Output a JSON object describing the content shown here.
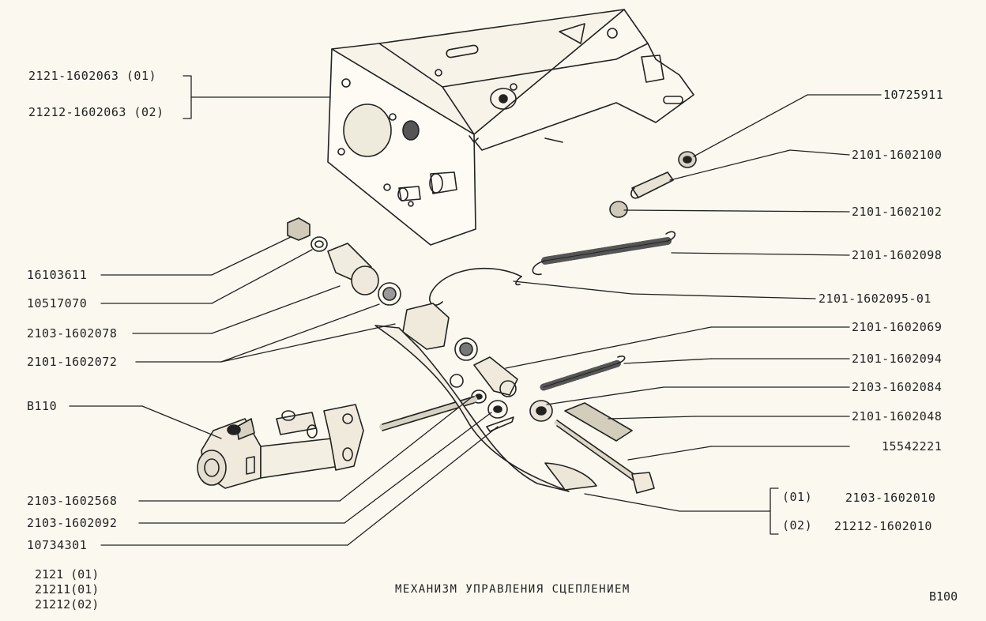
{
  "title": "МЕХАНИЗМ УПРАВЛЕНИЯ СЦЕПЛЕНИЕМ",
  "page_code": "В100",
  "models": [
    "2121 (01)",
    "21211(01)",
    "21212(02)"
  ],
  "labels_left": {
    "bracket_a": "2121-1602063 (01)",
    "bracket_b": "21212-1602063 (02)",
    "p16103611": "16103611",
    "p10517070": "10517070",
    "p2103_1602078": "2103-1602078",
    "p2101_1602072": "2101-1602072",
    "pB110": "В110",
    "p2103_1602568": "2103-1602568",
    "p2103_1602092": "2103-1602092",
    "p10734301": "10734301"
  },
  "labels_right": {
    "p10725911": "10725911",
    "p2101_1602100": "2101-1602100",
    "p2101_1602102": "2101-1602102",
    "p2101_1602098": "2101-1602098",
    "p2101_1602095_01": "2101-1602095-01",
    "p2101_1602069": "2101-1602069",
    "p2101_1602094": "2101-1602094",
    "p2103_1602084": "2103-1602084",
    "p2101_1602048": "2101-1602048",
    "p15542221": "15542221",
    "variant_01_tag": "(01)",
    "variant_01_part": "2103-1602010",
    "variant_02_tag": "(02)",
    "variant_02_part": "21212-1602010"
  },
  "colors": {
    "ink": "#222222",
    "paper": "#fbf8ef",
    "shade": "#8a857a"
  }
}
